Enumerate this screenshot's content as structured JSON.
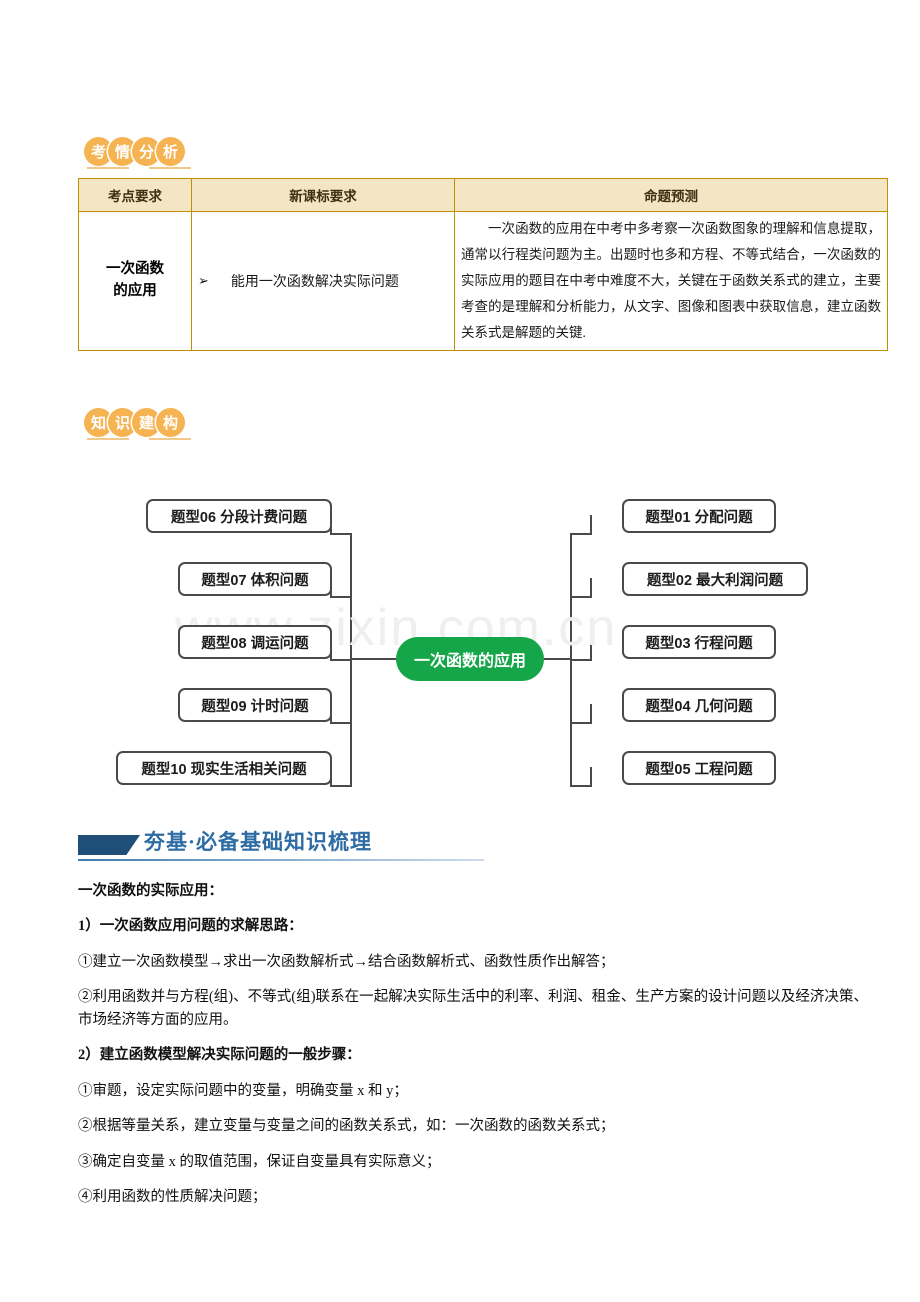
{
  "badges": {
    "exam_analysis": [
      "考",
      "情",
      "分",
      "析"
    ],
    "knowledge_structure": [
      "知",
      "识",
      "建",
      "构"
    ]
  },
  "table": {
    "headers": [
      "考点要求",
      "新课标要求",
      "命题预测"
    ],
    "row": {
      "topic": "一次函数\n的应用",
      "topic_line1": "一次函数",
      "topic_line2": "的应用",
      "requirement_bullet": "➢",
      "requirement": "能用一次函数解决实际问题",
      "prediction": "一次函数的应用在中考中多考察一次函数图象的理解和信息提取，通常以行程类问题为主。出题时也多和方程、不等式结合，一次函数的实际应用的题目在中考中难度不大，关键在于函数关系式的建立，主要考查的是理解和分析能力，从文字、图像和图表中获取信息，建立函数关系式是解题的关键."
    }
  },
  "mindmap": {
    "center": "一次函数的应用",
    "center_color": "#16a64a",
    "left_nodes": [
      "题型06 分段计费问题",
      "题型07 体积问题",
      "题型08 调运问题",
      "题型09 计时问题",
      "题型10 现实生活相关问题"
    ],
    "right_nodes": [
      "题型01 分配问题",
      "题型02 最大利润问题",
      "题型03 行程问题",
      "题型04 几何问题",
      "题型05 工程问题"
    ]
  },
  "watermark": "www.zixin.com.cn",
  "section": {
    "heading": "夯基·必备基础知识梳理",
    "heading_color": "#2e6ca4"
  },
  "content": {
    "intro": "一次函数的实际应用：",
    "part1_title": "1）一次函数应用问题的求解思路：",
    "part1_item1": "①建立一次函数模型→求出一次函数解析式→结合函数解析式、函数性质作出解答；",
    "part1_item2": "②利用函数并与方程(组)、不等式(组)联系在一起解决实际生活中的利率、利润、租金、生产方案的设计问题以及经济决策、市场经济等方面的应用。",
    "part2_title": "2）建立函数模型解决实际问题的一般步骤：",
    "part2_item1": "①审题，设定实际问题中的变量，明确变量 x 和 y；",
    "part2_item2": "②根据等量关系，建立变量与变量之间的函数关系式，如：一次函数的函数关系式；",
    "part2_item3": "③确定自变量 x 的取值范围，保证自变量具有实际意义；",
    "part2_item4": "④利用函数的性质解决问题；"
  }
}
